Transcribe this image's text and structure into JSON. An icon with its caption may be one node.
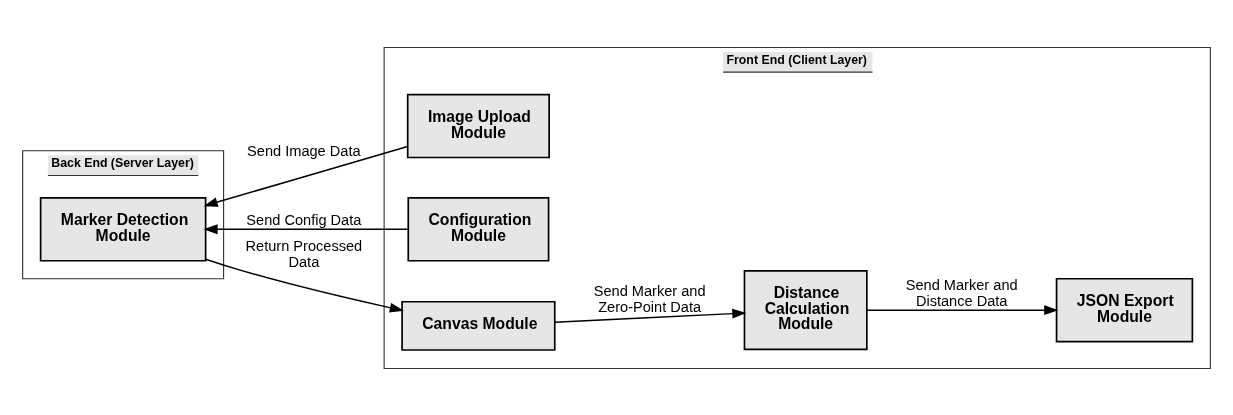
{
  "diagram": {
    "nodes": [
      {
        "text": [
          "Back End (Server Layer)"
        ]
      },
      {
        "text": [
          "Marker Detection Module"
        ],
        "in": 0
      },
      {
        "text": [
          "Front End (Client Layer)"
        ]
      },
      {
        "text": [
          "Image Upload Module"
        ],
        "in": 2
      },
      {
        "text": [
          "Configuration Module"
        ],
        "in": 2
      },
      {
        "text": [
          "Canvas Module"
        ],
        "in": 2
      },
      {
        "text": [
          "Distance Calculation Module"
        ],
        "in": 2
      },
      {
        "text": [
          "JSON Export Module"
        ],
        "in": 2
      }
    ],
    "edges": [
      {
        "from": 3,
        "to": 1,
        "arrow": "to",
        "label": "Send Image Data"
      },
      {
        "from": 4,
        "to": 1,
        "arrow": "to",
        "label": "Send Config Data"
      },
      {
        "from": 1,
        "to": 5,
        "arrow": "to",
        "label": "Return Processed Data"
      },
      {
        "from": 5,
        "to": 6,
        "arrow": "to",
        "label": "Send Marker and Zero-Point Data"
      },
      {
        "from": 6,
        "to": 7,
        "arrow": "to",
        "label": "Send Marker and Distance Data"
      }
    ]
  }
}
